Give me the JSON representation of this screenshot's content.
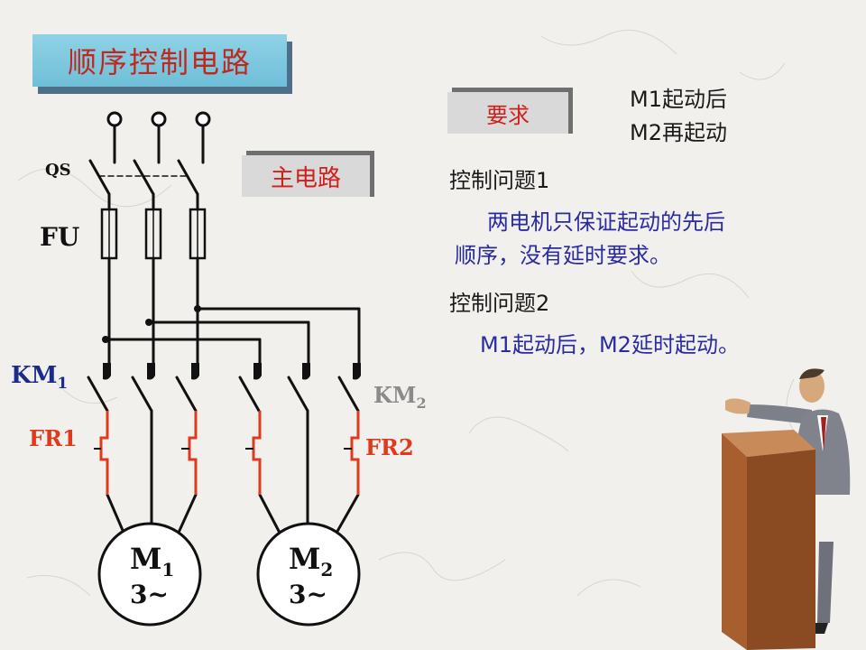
{
  "title": "顺序控制电路",
  "main_circuit_tag": "主电路",
  "requirement": {
    "tag": "要求",
    "lines": [
      "M1起动后",
      "M2再起动"
    ]
  },
  "problem1": {
    "heading": "控制问题1",
    "body_lines": [
      "两电机只保证起动的先后",
      "顺序，没有延时要求。"
    ]
  },
  "problem2": {
    "heading": "控制问题2",
    "body": "M1起动后，M2延时起动。"
  },
  "diagram_labels": {
    "qs": "QS",
    "fu": "FU",
    "km1": "KM",
    "km1_sub": "1",
    "km2": "KM",
    "km2_sub": "2",
    "fr1": "FR1",
    "fr2": "FR2",
    "m1": "M",
    "m1_sub": "1",
    "m1_phase": "3~",
    "m2": "M",
    "m2_sub": "2",
    "m2_phase": "3~"
  },
  "colors": {
    "title_text": "#c0281f",
    "wire": "#111111",
    "overload": "#e03a1e",
    "km1_label": "#1c2a8a",
    "km2_label": "#8a8a8a",
    "problem_text": "#2b2ba0"
  }
}
